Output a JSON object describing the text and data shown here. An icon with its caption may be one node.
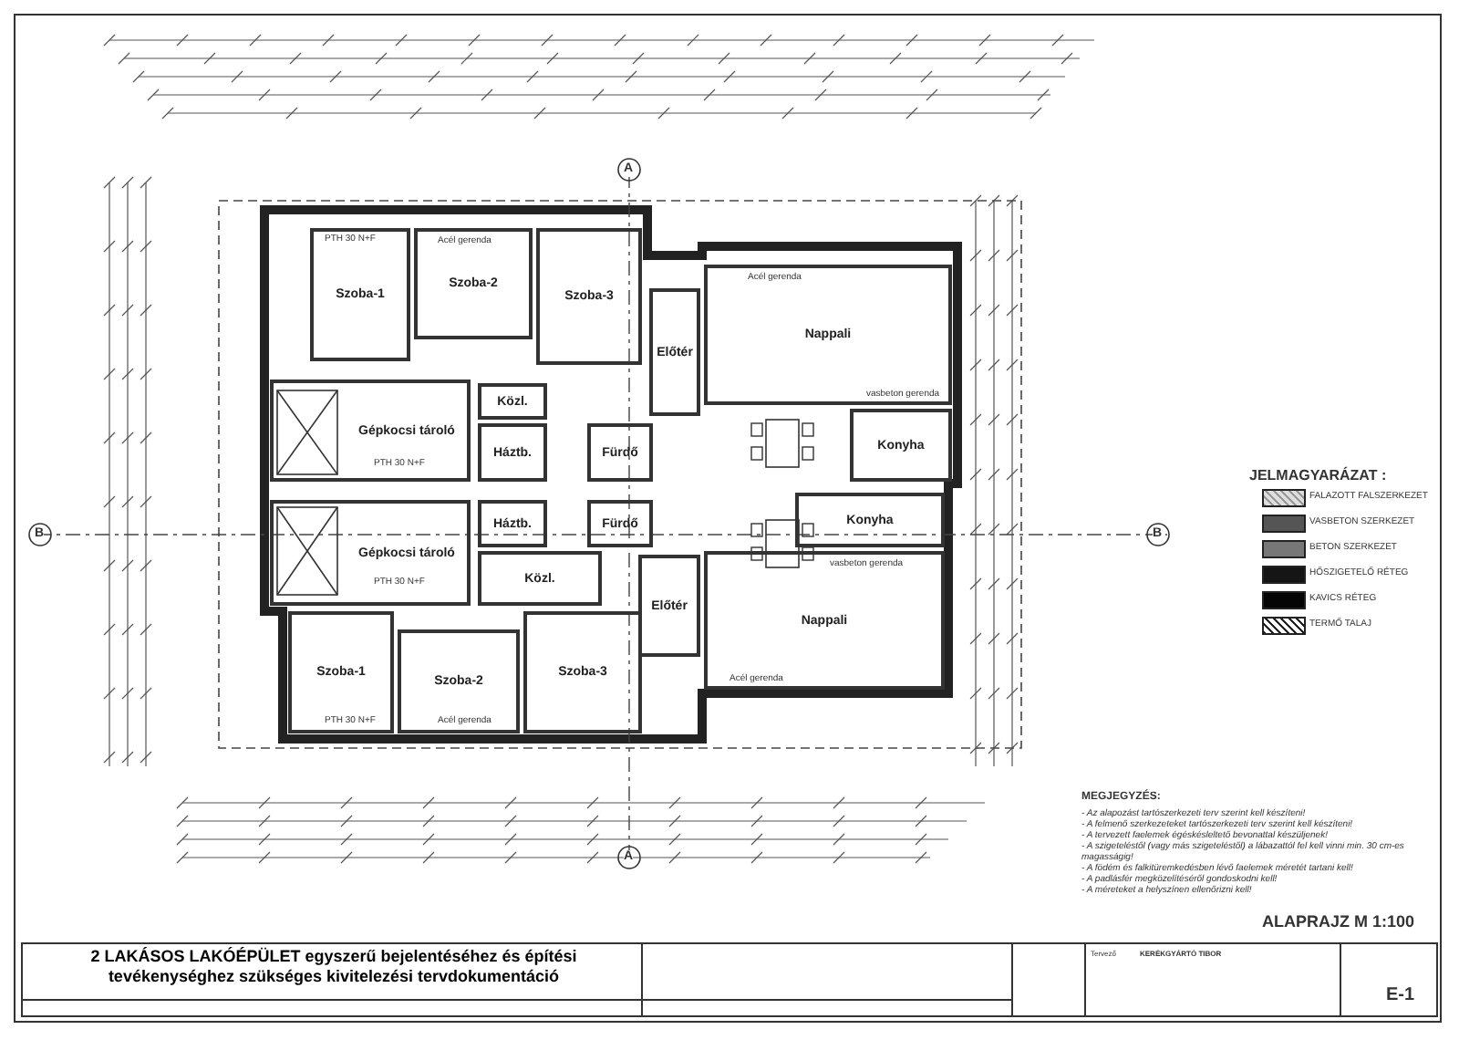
{
  "diagram": {
    "title": "2 LAKÁSOS LAKÓÉPÜLET egyszerű bejelentéséhez és építési tevékenységhez szükséges kivitelezési tervdokumentáció",
    "nodes": [
      {
        "text": [
          "Szoba-1"
        ]
      },
      {
        "text": [
          "Szoba-2"
        ]
      },
      {
        "text": [
          "Szoba-3"
        ]
      },
      {
        "text": [
          "Gépkocsi tároló"
        ]
      },
      {
        "text": [
          "Közl."
        ]
      },
      {
        "text": [
          "Háztb."
        ]
      },
      {
        "text": [
          "Fürdő"
        ]
      },
      {
        "text": [
          "Előtér"
        ]
      },
      {
        "text": [
          "Nappali"
        ]
      },
      {
        "text": [
          "Konyha"
        ]
      },
      {
        "text": [
          "Gépkocsi tároló"
        ]
      },
      {
        "text": [
          "Háztb."
        ]
      },
      {
        "text": [
          "Fürdő"
        ]
      },
      {
        "text": [
          "Közl."
        ]
      },
      {
        "text": [
          "Konyha"
        ]
      },
      {
        "text": [
          "Előtér"
        ]
      },
      {
        "text": [
          "Nappali"
        ]
      },
      {
        "text": [
          "Szoba-1"
        ]
      },
      {
        "text": [
          "Szoba-2"
        ]
      },
      {
        "text": [
          "Szoba-3"
        ]
      }
    ],
    "labels": [
      "A",
      "B",
      "B",
      "A",
      "PTH 30 N+F",
      "Acél gerenda",
      "PTH 30 N+F",
      "Acél gerenda",
      "vasbeton gerenda",
      "PTH 30 N+F",
      "vasbeton gerenda",
      "Acél gerenda",
      "PTH 30 N+F",
      "Acél gerenda",
      "ALAPRAJZ M 1:100",
      "JELMAGYARÁZAT :",
      "MEGJEGYZÉS:",
      "- Az alapozást tartószerkezeti terv szerint kell készíteni!",
      "- A felmenő szerkezeteket tartószerkezeti terv szerint kell készíteni!",
      "- A tervezett faelemek égéskésleltető bevonattal készüljenek!",
      "- A szigeteléstől (vagy más szigeteléstől) a lábazattól fel kell vinni min. 30 cm-es magasságig!",
      "- A födém és falkitüremkedésben lévő faelemek méretét tartani kell!",
      "- A padlásfér megközelítéséről gondoskodni kell!",
      "- A méreteket a helyszínen ellenőrizni kell!",
      "Tervező",
      "KERÉKGYÁRTÓ TIBOR",
      "E-1"
    ],
    "legend": [
      {
        "text": "FALAZOTT FALSZERKEZET"
      },
      {
        "text": "VASBETON SZERKEZET",
        "color": "#555555"
      },
      {
        "text": "BETON SZERKEZET",
        "color": "#777777"
      },
      {
        "text": "HŐSZIGETELŐ RÉTEG",
        "color": "#151515"
      },
      {
        "text": "KAVICS RÉTEG",
        "color": "#050505"
      },
      {
        "text": "TERMŐ TALAJ"
      }
    ]
  }
}
